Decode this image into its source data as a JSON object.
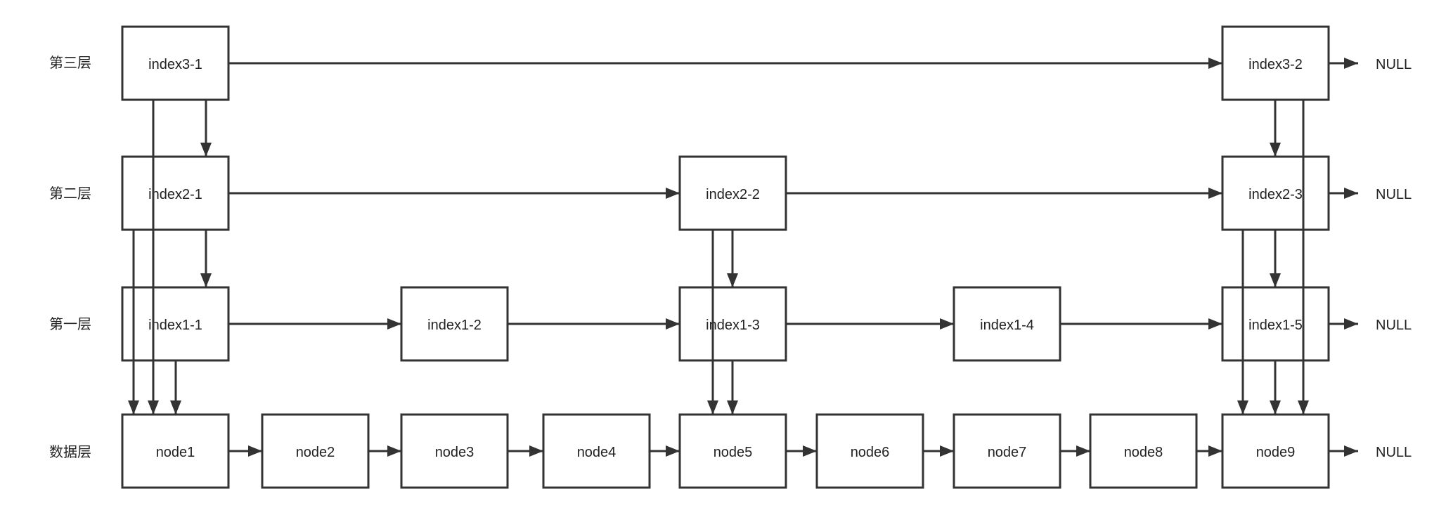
{
  "layers": [
    {
      "id": "l3",
      "label": "第三层"
    },
    {
      "id": "l2",
      "label": "第二层"
    },
    {
      "id": "l1",
      "label": "第一层"
    },
    {
      "id": "l0",
      "label": "数据层"
    }
  ],
  "nodes": {
    "index3_1": "index3-1",
    "index3_2": "index3-2",
    "index2_1": "index2-1",
    "index2_2": "index2-2",
    "index2_3": "index2-3",
    "index1_1": "index1-1",
    "index1_2": "index1-2",
    "index1_3": "index1-3",
    "index1_4": "index1-4",
    "index1_5": "index1-5",
    "node1": "node1",
    "node2": "node2",
    "node3": "node3",
    "node4": "node4",
    "node5": "node5",
    "node6": "node6",
    "node7": "node7",
    "node8": "node8",
    "node9": "node9"
  },
  "null_label": "NULL",
  "colors": {
    "stroke": "#333333",
    "text": "#222222",
    "background": "#ffffff"
  }
}
